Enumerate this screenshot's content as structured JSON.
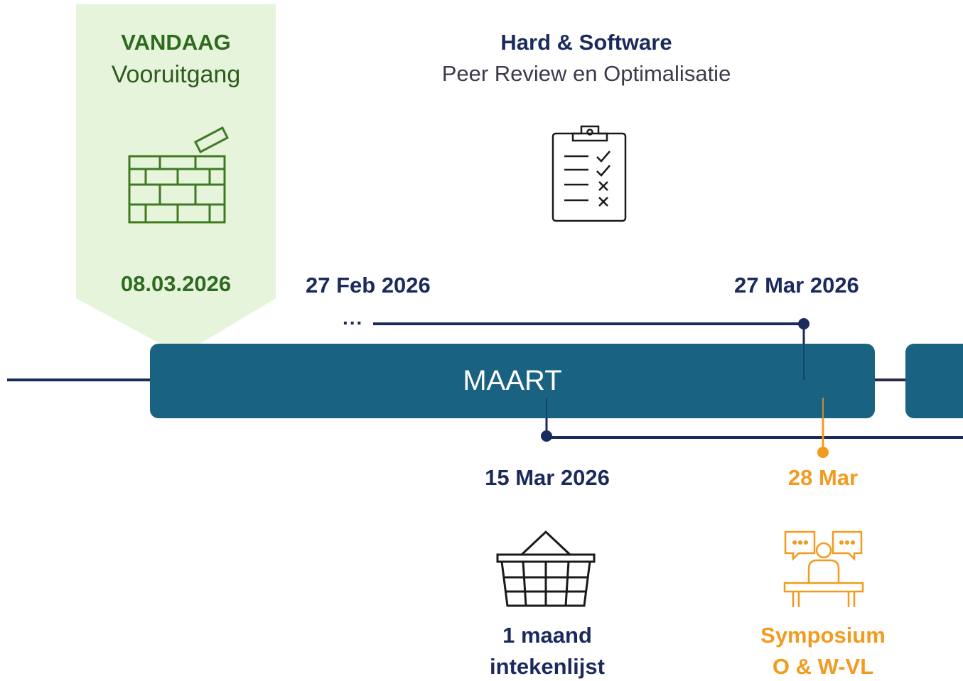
{
  "today": {
    "heading": "VANDAAG",
    "subheading": "Vooruitgang",
    "date": "08.03.2026",
    "icon": "brick-wall-icon",
    "color": "#2e6b1e",
    "background": "#e6f4dc"
  },
  "milestone_top": {
    "title": "Hard & Software",
    "subtitle": "Peer Review en Optimalisatie",
    "icon": "clipboard-checklist-icon",
    "start_label": "27 Feb 2026",
    "end_label": "27 Mar 2026",
    "ellipsis": "..."
  },
  "month": {
    "label": "MAART",
    "color": "#1a6282"
  },
  "milestone_bottom_1": {
    "date_label": "15 Mar 2026",
    "icon": "shopping-basket-icon",
    "line1": "1 maand",
    "line2": "intekenlijst",
    "color": "#1b2a5c"
  },
  "milestone_bottom_2": {
    "date_label": "28 Mar",
    "icon": "presentation-speaker-icon",
    "line1": "Symposium",
    "line2": "O & W-VL",
    "color": "#f29b1e"
  }
}
